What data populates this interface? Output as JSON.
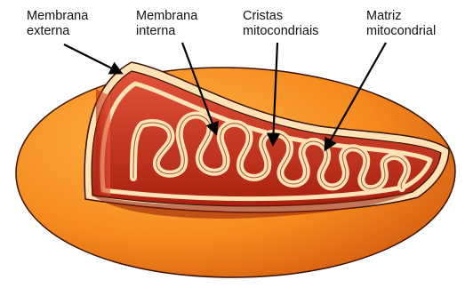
{
  "labels": {
    "outer_membrane": [
      "Membrana",
      "externa"
    ],
    "inner_membrane": [
      "Membrana",
      "interna"
    ],
    "cristae": [
      "Cristas",
      "mitocondriais"
    ],
    "matrix": [
      "Matriz",
      "mitocondrial"
    ]
  },
  "colors": {
    "outer_shell_light": "#ffb347",
    "outer_shell_mid": "#f58a1f",
    "outer_shell_dark": "#c94e0c",
    "membrane_cream": "#ffe2b5",
    "inner_red_light": "#e2533a",
    "inner_red_dark": "#a8210e",
    "outline": "#3a1200",
    "arrow": "#000000"
  }
}
